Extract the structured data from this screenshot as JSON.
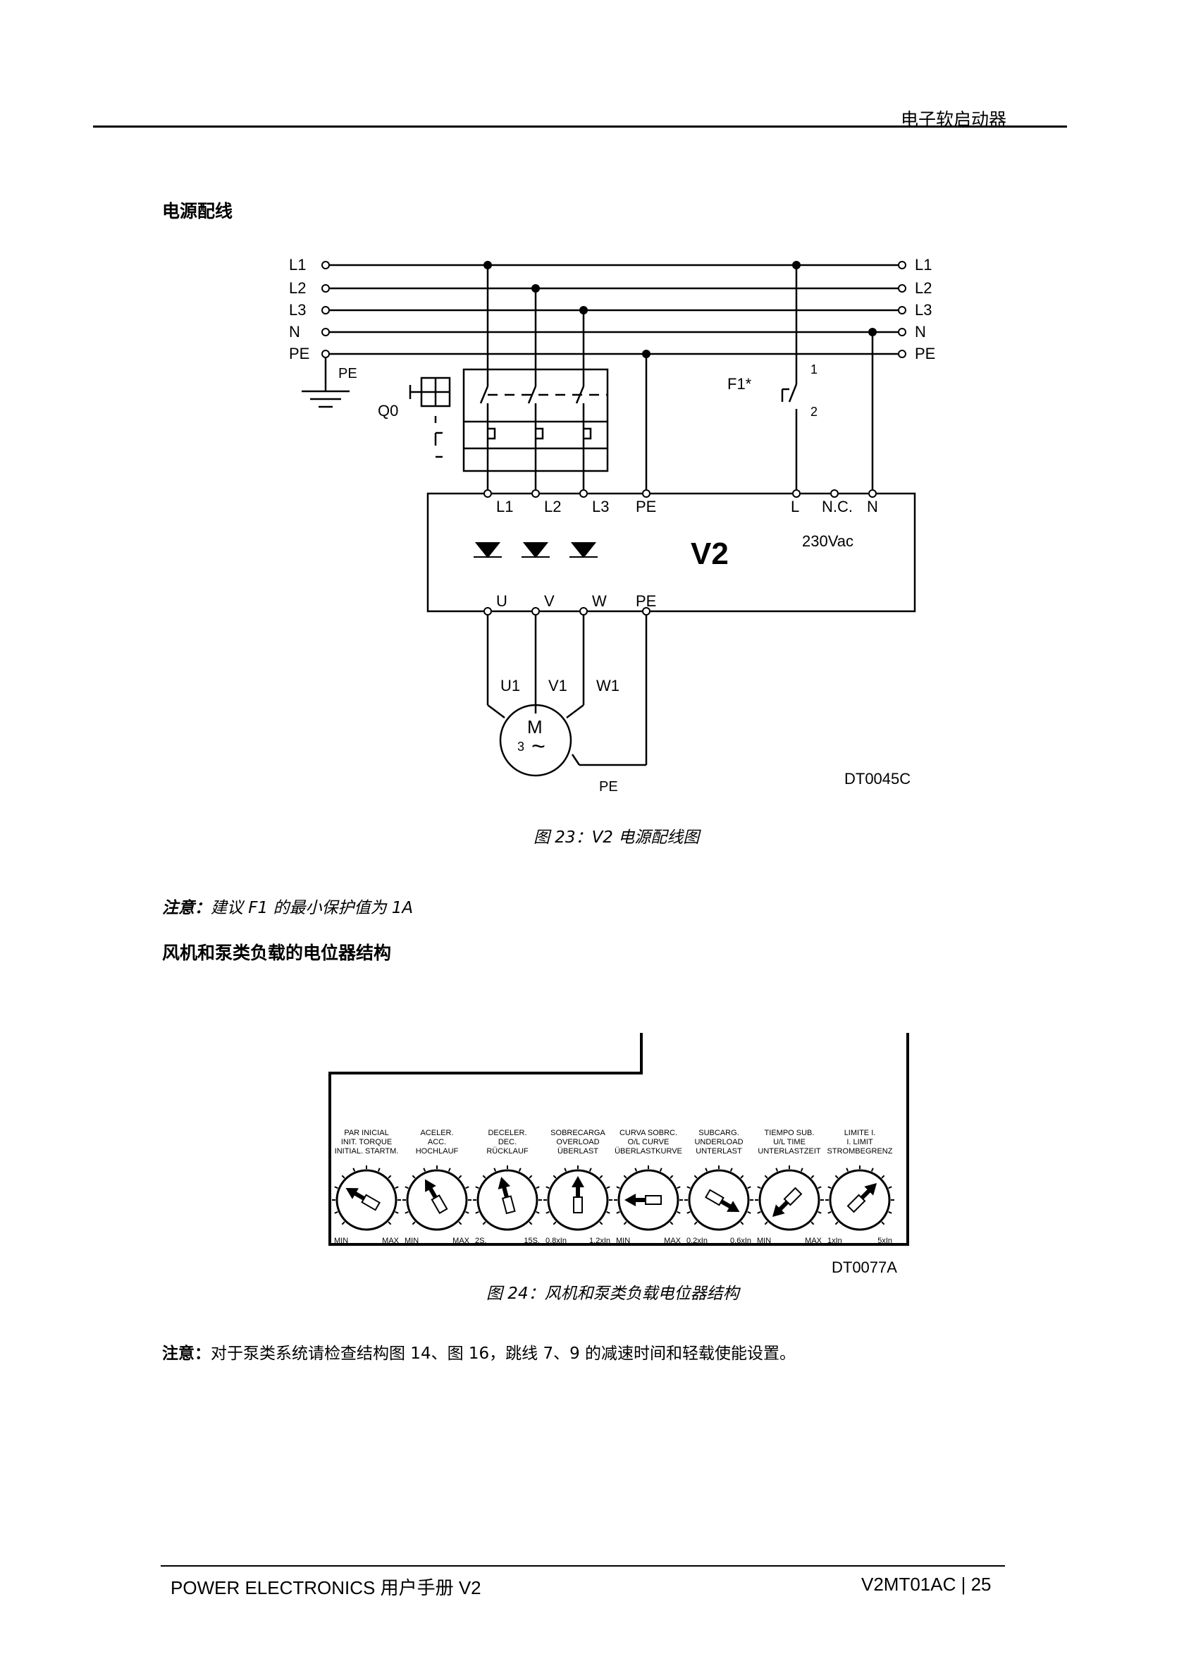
{
  "header": {
    "title": "电子软启动器"
  },
  "section1": {
    "heading": "电源配线"
  },
  "figure23": {
    "left_lines": [
      "L1",
      "L2",
      "L3",
      "N",
      "PE"
    ],
    "right_lines": [
      "L1",
      "L2",
      "L3",
      "N",
      "PE"
    ],
    "pe_label": "PE",
    "breaker_label": "Q0",
    "fuse_label": "F1*",
    "fuse_pin1": "1",
    "fuse_pin2": "2",
    "input_terms": [
      "L1",
      "L2",
      "L3",
      "PE"
    ],
    "control_terms": [
      "L",
      "N.C.",
      "N"
    ],
    "device_name": "V2",
    "voltage": "230Vac",
    "output_terms": [
      "U",
      "V",
      "W",
      "PE"
    ],
    "motor_terms": [
      "U1",
      "V1",
      "W1"
    ],
    "motor_symbol": "M",
    "motor_phase": "3",
    "motor_ac": "~",
    "motor_pe": "PE",
    "code": "DT0045C",
    "caption": "图 23：V2 电源配线图"
  },
  "note1": {
    "label": "注意：",
    "text": "建议 F1 的最小保护值为 1A"
  },
  "section2": {
    "heading": "风机和泵类负载的电位器结构"
  },
  "figure24": {
    "dials": [
      {
        "lines": [
          "PAR INICIAL",
          "INIT. TORQUE",
          "INITIAL. STARTM."
        ],
        "min": "MIN",
        "max": "MAX"
      },
      {
        "lines": [
          "ACELER.",
          "ACC.",
          "HOCHLAUF"
        ],
        "min": "MIN",
        "max": "MAX"
      },
      {
        "lines": [
          "DECELER.",
          "DEC.",
          "RÜCKLAUF"
        ],
        "min": "2S.",
        "max": "15S."
      },
      {
        "lines": [
          "SOBRECARGA",
          "OVERLOAD",
          "ÜBERLAST"
        ],
        "min": "0.8xIn",
        "max": "1.2xIn"
      },
      {
        "lines": [
          "CURVA SOBRC.",
          "O/L CURVE",
          "ÜBERLASTKURVE"
        ],
        "min": "MIN",
        "max": "MAX"
      },
      {
        "lines": [
          "SUBCARG.",
          "UNDERLOAD",
          "UNTERLAST"
        ],
        "min": "0.2xIn",
        "max": "0.6xIn"
      },
      {
        "lines": [
          "TIEMPO SUB.",
          "U/L TIME",
          "UNTERLASTZEIT"
        ],
        "min": "MIN",
        "max": "MAX"
      },
      {
        "lines": [
          "LIMITE I.",
          "I. LIMIT",
          "STROMBEGRENZ"
        ],
        "min": "1xIn",
        "max": "5xIn"
      }
    ],
    "code": "DT0077A",
    "caption": "图 24：风机和泵类负载电位器结构"
  },
  "note2": {
    "label": "注意：",
    "text": "对于泵类系统请检查结构图 14、图 16，跳线 7、9 的减速时间和轻载使能设置。"
  },
  "footer": {
    "left": "POWER ELECTRONICS  用户手册 V2",
    "right": "V2MT01AC | 25"
  }
}
